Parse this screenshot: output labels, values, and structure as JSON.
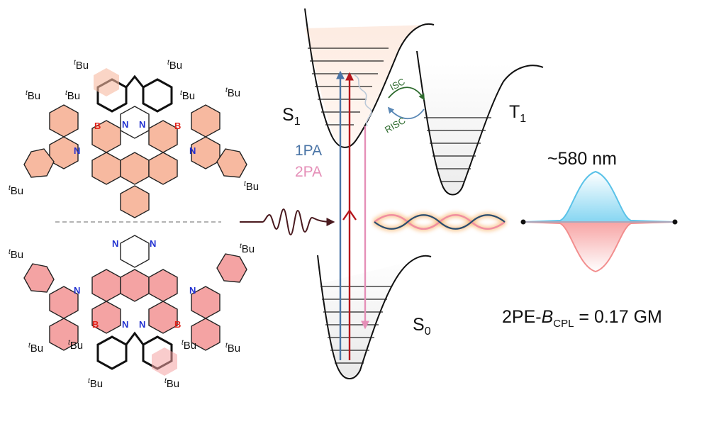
{
  "states": {
    "s1": "S",
    "s1_sub": "1",
    "t1": "T",
    "t1_sub": "1",
    "s0": "S",
    "s0_sub": "0"
  },
  "processes": {
    "one_pa": "1PA",
    "two_pa": "2PA",
    "isc": "ISC",
    "risc": "RISC"
  },
  "emission": {
    "wavelength": "~580 nm",
    "brightness_prefix": "2PE-",
    "brightness_symbol": "B",
    "brightness_sub": "CPL",
    "brightness_value": " = 0.17 GM"
  },
  "molecule": {
    "substituent_sup": "t",
    "substituent": "Bu",
    "atom_n": "N",
    "atom_b": "B"
  },
  "colors": {
    "one_pa": "#4a74a6",
    "two_pa": "#e58fb8",
    "absorb_red": "#b5161c",
    "isc": "#2e6b2e",
    "molecule_top": "#f7b9a0",
    "molecule_bottom": "#f4a3a3",
    "cpl_left": "#7fd3ee",
    "cpl_right": "#f7b0b0"
  }
}
